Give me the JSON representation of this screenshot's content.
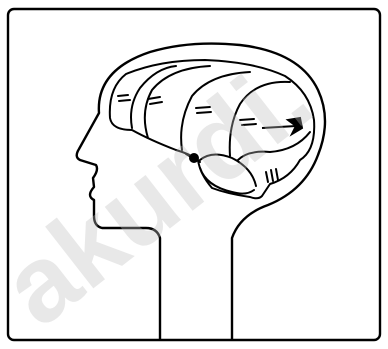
{
  "figure": {
    "subject": "head-profile-with-brain",
    "stroke_color": "#000000",
    "background_color": "#ffffff"
  },
  "watermark": {
    "text": "akurdi.",
    "color": "#bfbfbf"
  },
  "icons": {
    "frame": "frame-border",
    "head": "head-silhouette-icon",
    "brain": "brain-icon",
    "arrow": "arrow-icon"
  }
}
